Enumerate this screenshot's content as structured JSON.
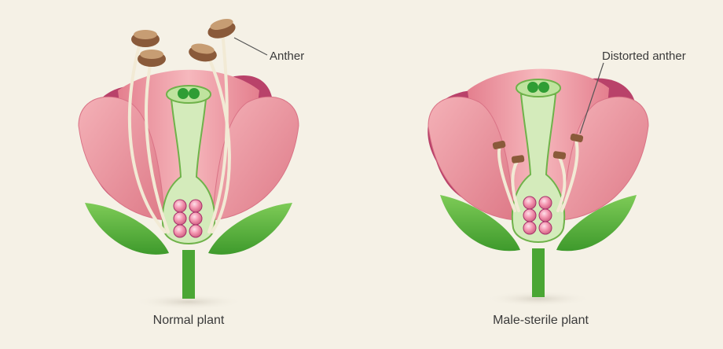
{
  "diagram": {
    "normal": {
      "caption": "Normal plant",
      "callout": "Anther"
    },
    "sterile": {
      "caption": "Male-sterile plant",
      "callout": "Distorted anther"
    },
    "colors": {
      "background": "#f5f1e6",
      "petal_outer": "#b9426a",
      "petal_pink": "#f2a3ad",
      "petal_light": "#f7c2c5",
      "sepal_green": "#55b03a",
      "pistil_green": "#cfe7b5",
      "stigma_green": "#2e9c2e",
      "ovule_pink": "#f08aa6",
      "anther_brown": "#8a5a3a",
      "filament_cream": "#efe6d0"
    }
  }
}
